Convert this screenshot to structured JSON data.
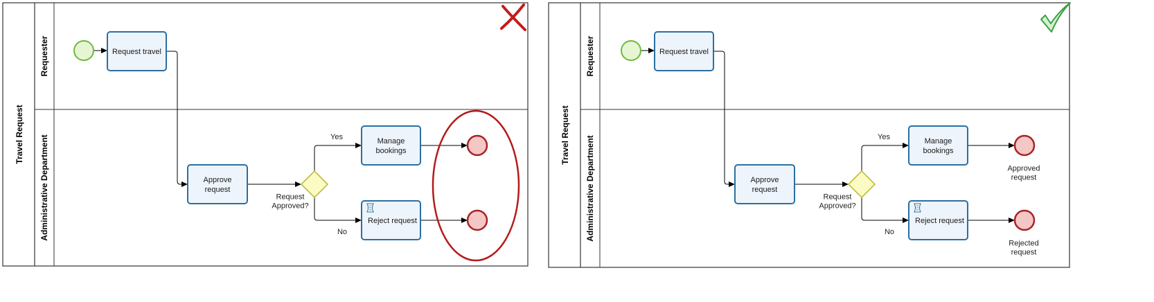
{
  "colors": {
    "task_stroke": "#2a6fa0",
    "task_fill": "#eef4fb",
    "start_stroke": "#6fb83e",
    "start_fill": "#e6f6d2",
    "end_stroke": "#a82323",
    "end_fill": "#f5c6c6",
    "gateway_stroke": "#b7b730",
    "gateway_fill": "#fbfbc3",
    "highlight_ellipse": "#b31b1b",
    "cross_mark": "#c21c1c",
    "check_mark": "#3aa040"
  },
  "diagrams": [
    {
      "verdict": "incorrect",
      "verdict_icon": "cross-mark-icon",
      "pool": "Travel Request",
      "lanes": [
        "Requester",
        "Administrative Department"
      ],
      "tasks": {
        "request_travel": "Request travel",
        "approve_request": [
          "Approve",
          "request"
        ],
        "manage_bookings": [
          "Manage",
          "bookings"
        ],
        "reject_request": "Reject request"
      },
      "gateway_label": [
        "Request",
        "Approved?"
      ],
      "flow_labels": {
        "yes": "Yes",
        "no": "No"
      },
      "end_labels": {
        "approved": [],
        "rejected": []
      }
    },
    {
      "verdict": "correct",
      "verdict_icon": "check-mark-icon",
      "pool": "Travel Request",
      "lanes": [
        "Requester",
        "Administrative Department"
      ],
      "tasks": {
        "request_travel": "Request travel",
        "approve_request": [
          "Approve",
          "request"
        ],
        "manage_bookings": [
          "Manage",
          "bookings"
        ],
        "reject_request": "Reject request"
      },
      "gateway_label": [
        "Request",
        "Approved?"
      ],
      "flow_labels": {
        "yes": "Yes",
        "no": "No"
      },
      "end_labels": {
        "approved": [
          "Approved",
          "request"
        ],
        "rejected": [
          "Rejected",
          "request"
        ]
      }
    }
  ]
}
